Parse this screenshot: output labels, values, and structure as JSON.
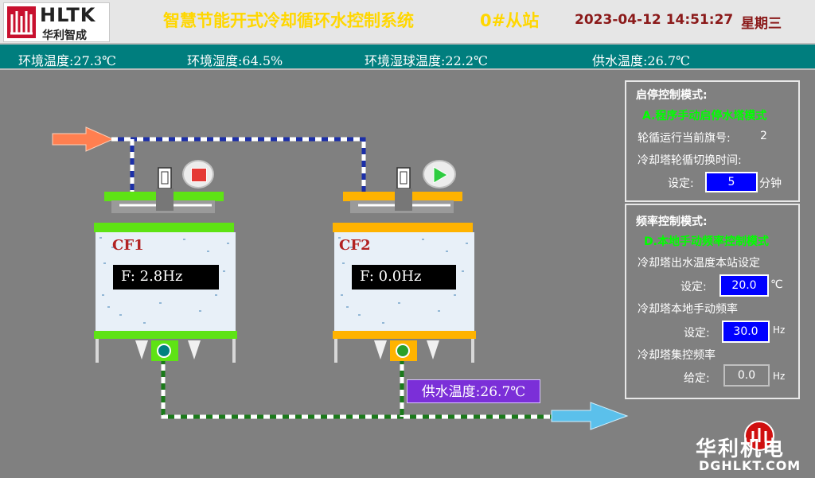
{
  "header": {
    "logo_text": "HLTK",
    "logo_sub": "华利智成",
    "title": "智慧节能开式冷却循环水控制系统",
    "station": "0#从站",
    "datetime": "2023-04-12 14:51:27",
    "weekday": "星期三"
  },
  "env": {
    "ambient_temp": "环境温度:27.3℃",
    "ambient_humidity": "环境湿度:64.5%",
    "wet_bulb_temp": "环境湿球温度:22.2℃",
    "supply_temp": "供水温度:26.7℃"
  },
  "towers": [
    {
      "label": "CF1",
      "freq": "F: 2.8Hz",
      "state": "stopped",
      "color": "#5ee314"
    },
    {
      "label": "CF2",
      "freq": "F: 0.0Hz",
      "state": "running",
      "color": "#ffb300"
    }
  ],
  "supply_label": "供水温度:26.7℃",
  "start_stop_panel": {
    "title": "启停控制模式:",
    "mode": "A.程序手动启停水塔模式",
    "rotation_label": "轮循运行当前旗号:",
    "rotation_value": "2",
    "switch_time_label": "冷却塔轮循切换时间:",
    "set_label": "设定:",
    "switch_time_value": "5",
    "switch_time_unit": "分钟"
  },
  "freq_panel": {
    "title": "频率控制模式:",
    "mode": "D.本地手动频率控制模式",
    "outlet_temp_label": "冷却塔出水温度本站设定",
    "set_label": "设定:",
    "outlet_temp_value": "20.0",
    "outlet_temp_unit": "℃",
    "manual_freq_label": "冷却塔本地手动频率",
    "manual_freq_value": "30.0",
    "freq_unit": "Hz",
    "central_freq_label": "冷却塔集控频率",
    "given_label": "给定:",
    "central_freq_value": "0.0"
  },
  "watermark": {
    "brand": "华利机电",
    "url": "DGHLKT.COM"
  },
  "colors": {
    "header_title": "#ffd700",
    "datetime": "#8b1a1a",
    "env_bar": "#007e7e",
    "mode_green": "#00ff00",
    "input_blue": "#0000ff",
    "supply_label_bg": "#7b2fd8",
    "stop_button": "#e53935",
    "run_button": "#2ecc40"
  }
}
